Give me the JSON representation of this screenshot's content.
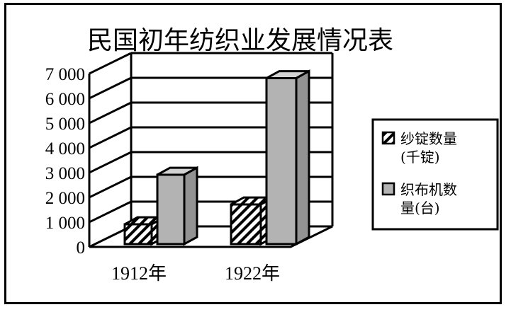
{
  "chart_data": {
    "type": "bar",
    "title": "民国初年纺织业发展情况表",
    "categories": [
      "1912年",
      "1922年"
    ],
    "series": [
      {
        "name": "纱锭数量(千锭)",
        "values": [
          800,
          1600
        ],
        "pattern": "hatch"
      },
      {
        "name": "织布机数量(台)",
        "values": [
          2800,
          6700
        ],
        "pattern": "gray"
      }
    ],
    "ylim": [
      0,
      7000
    ],
    "yticks": [
      "0",
      "1 000",
      "2 000",
      "3 000",
      "4 000",
      "5 000",
      "6 000",
      "7 000"
    ],
    "ytick_values": [
      0,
      1000,
      2000,
      3000,
      4000,
      5000,
      6000,
      7000
    ],
    "xlabel": "",
    "ylabel": "",
    "grid": true,
    "legend_position": "right",
    "legend_labels": [
      [
        "纱锭数量",
        "(千锭)"
      ],
      [
        "织布机数",
        "量(台)"
      ]
    ],
    "colors": {
      "hatch_fill": "#ffffff",
      "bar_front": "#b3b3b3",
      "bar_top": "#d2d2d2",
      "bar_side": "#939393"
    }
  }
}
